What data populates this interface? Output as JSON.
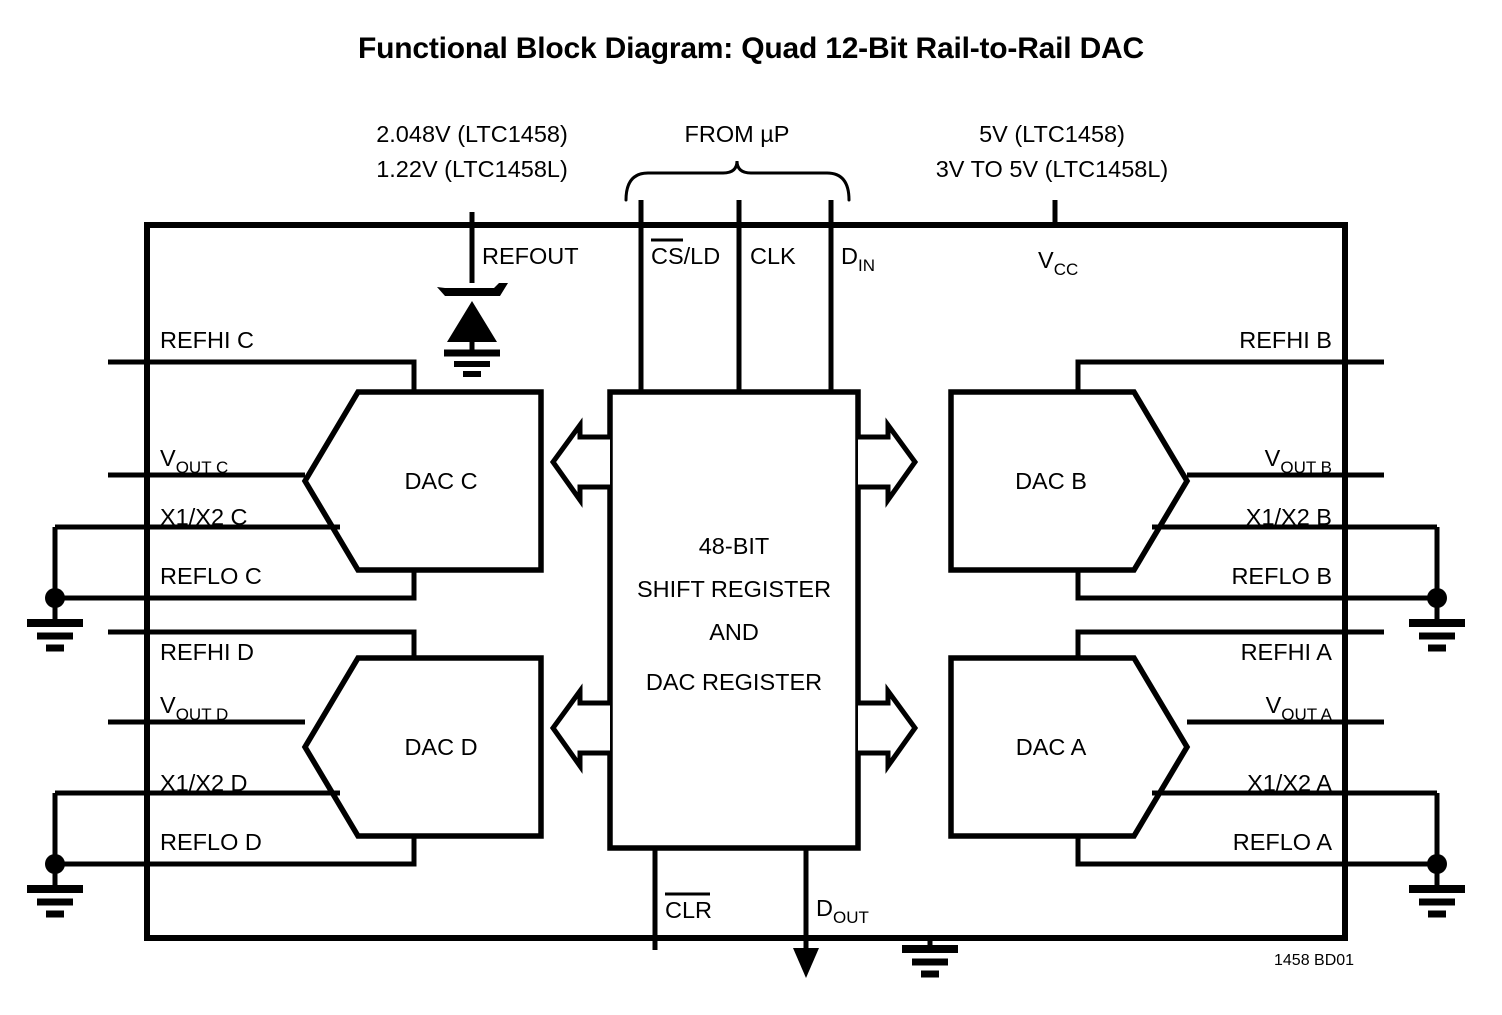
{
  "title": "Functional Block Diagram: Quad 12-Bit Rail-to-Rail DAC",
  "footer": "1458 BD01",
  "annotations": {
    "ref_line1": "2.048V (LTC1458)",
    "ref_line2": "1.22V (LTC1458L)",
    "from_up": "FROM µP",
    "vcc_line1": "5V (LTC1458)",
    "vcc_line2": "3V TO 5V (LTC1458L)"
  },
  "top_pins": {
    "refout": "REFOUT",
    "cs_ld_bar": "CS",
    "cs_ld_rest": "/LD",
    "clk": "CLK",
    "din_main": "D",
    "din_sub": "IN",
    "vcc_main": "V",
    "vcc_sub": "CC"
  },
  "bottom_pins": {
    "clr_bar": "CLR",
    "dout_main": "D",
    "dout_sub": "OUT"
  },
  "center_block": {
    "line1": "48-BIT",
    "line2": "SHIFT REGISTER",
    "line3": "AND",
    "line4": "DAC REGISTER"
  },
  "dacs": [
    {
      "id": "c",
      "name": "DAC C",
      "side": "left",
      "refhi": "REFHI C",
      "vout_main": "V",
      "vout_sub": "OUT C",
      "x1x2": "X1/X2 C",
      "reflo": "REFLO C"
    },
    {
      "id": "d",
      "name": "DAC D",
      "side": "left",
      "refhi": "REFHI D",
      "vout_main": "V",
      "vout_sub": "OUT D",
      "x1x2": "X1/X2 D",
      "reflo": "REFLO D"
    },
    {
      "id": "b",
      "name": "DAC B",
      "side": "right",
      "refhi": "REFHI B",
      "vout_main": "V",
      "vout_sub": "OUT B",
      "x1x2": "X1/X2 B",
      "reflo": "REFLO B"
    },
    {
      "id": "a",
      "name": "DAC A",
      "side": "right",
      "refhi": "REFHI A",
      "vout_main": "V",
      "vout_sub": "OUT A",
      "x1x2": "X1/X2 A",
      "reflo": "REFLO A"
    }
  ],
  "icons": {
    "zener_diode": "zener-diode-icon",
    "ground": "ground-icon",
    "junction_dot": "junction-dot-icon",
    "bus_arrow": "bus-arrow-icon",
    "down_arrow": "down-arrow-icon",
    "curly_brace": "curly-brace-icon"
  },
  "colors": {
    "ink": "#000000",
    "paper": "#ffffff"
  }
}
